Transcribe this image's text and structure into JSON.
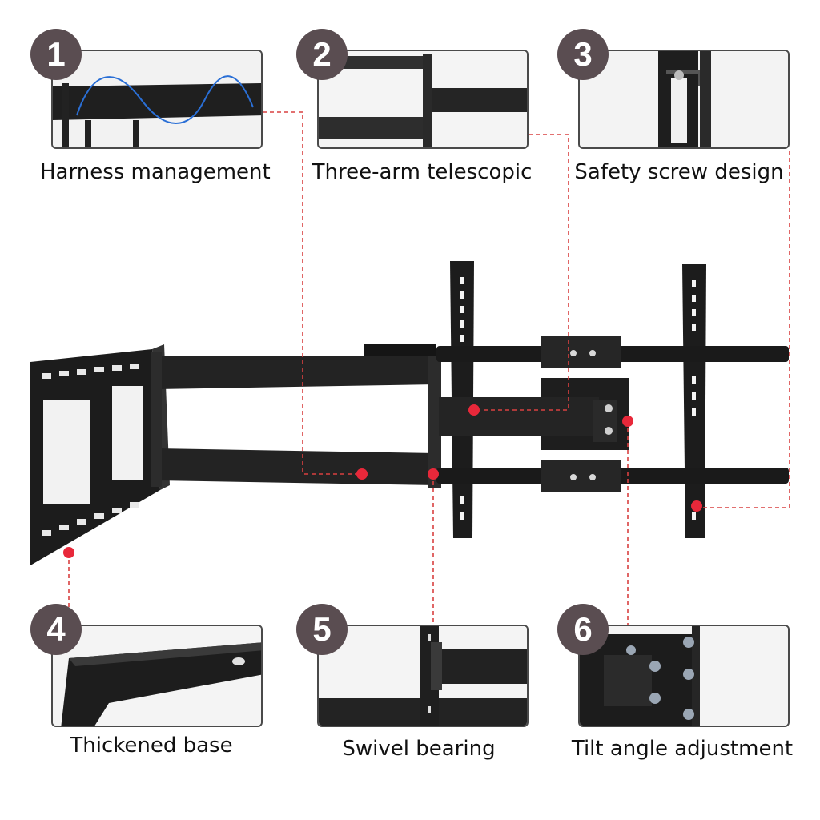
{
  "features": [
    {
      "number": "1",
      "label": "Harness management",
      "photo_icon": "cable-routing-photo"
    },
    {
      "number": "2",
      "label": "Three-arm telescopic",
      "photo_icon": "telescopic-arm-photo"
    },
    {
      "number": "3",
      "label": "Safety screw design",
      "photo_icon": "safety-screw-photo"
    },
    {
      "number": "4",
      "label": "Thickened base",
      "photo_icon": "base-plate-photo"
    },
    {
      "number": "5",
      "label": "Swivel bearing",
      "photo_icon": "swivel-bearing-photo"
    },
    {
      "number": "6",
      "label": "Tilt angle adjustment",
      "photo_icon": "tilt-bracket-photo"
    }
  ],
  "colors": {
    "badge": "#5a4d51",
    "metal": "#1c1c1c",
    "marker": "#e8283a",
    "leader": "#d94040"
  },
  "product_icon": "tv-wall-mount-photo"
}
